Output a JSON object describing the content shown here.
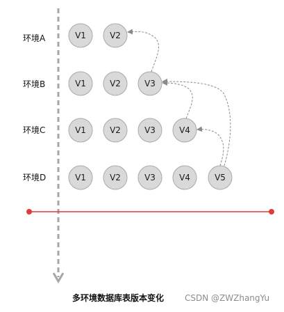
{
  "environments": [
    {
      "label": "环境A",
      "versions": [
        "V1",
        "V2"
      ]
    },
    {
      "label": "环境B",
      "versions": [
        "V1",
        "V2",
        "V3"
      ]
    },
    {
      "label": "环境C",
      "versions": [
        "V1",
        "V2",
        "V3",
        "V4"
      ]
    },
    {
      "label": "环境D",
      "versions": [
        "V1",
        "V2",
        "V3",
        "V4",
        "V5"
      ]
    }
  ],
  "dependencies": [
    {
      "from": "V3",
      "from_env": "环境B",
      "to": "V2",
      "to_env": "环境A"
    },
    {
      "from": "V4",
      "from_env": "环境C",
      "to": "V3",
      "to_env": "环境B"
    },
    {
      "from": "V5",
      "from_env": "环境D",
      "to": "V3",
      "to_env": "环境B"
    },
    {
      "from": "V5",
      "from_env": "环境D",
      "to": "V4",
      "to_env": "环境C"
    }
  ],
  "caption": "多环境数据库表版本变化",
  "watermark": "CSDN @ZWZhangYu",
  "colors": {
    "time_axis": "#a6a6a6",
    "baseline": "#e03a3a",
    "node_fill": "#d9d9d9",
    "node_stroke": "#a8a8a8",
    "arrow": "#8a8a8a"
  }
}
